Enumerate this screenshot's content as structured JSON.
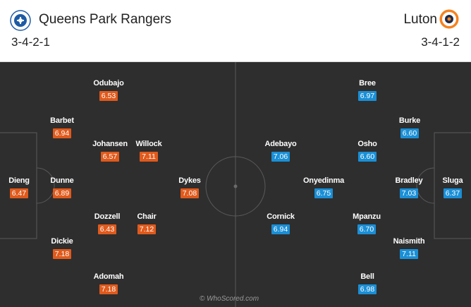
{
  "home": {
    "name": "Queens Park Rangers",
    "formation": "3-4-2-1",
    "crest_icon": "qpr-crest-icon",
    "color": "#e05a1c",
    "players": [
      {
        "name": "Dieng",
        "rating": "6.47"
      },
      {
        "name": "Barbet",
        "rating": "6.94"
      },
      {
        "name": "Dunne",
        "rating": "6.89"
      },
      {
        "name": "Dickie",
        "rating": "7.18"
      },
      {
        "name": "Odubajo",
        "rating": "6.53"
      },
      {
        "name": "Johansen",
        "rating": "6.57"
      },
      {
        "name": "Dozzell",
        "rating": "6.43"
      },
      {
        "name": "Adomah",
        "rating": "7.18"
      },
      {
        "name": "Willock",
        "rating": "7.11"
      },
      {
        "name": "Chair",
        "rating": "7.12"
      },
      {
        "name": "Dykes",
        "rating": "7.08"
      }
    ]
  },
  "away": {
    "name": "Luton",
    "formation": "3-4-1-2",
    "crest_icon": "luton-crest-icon",
    "color": "#1a8fd6",
    "players": [
      {
        "name": "Sluga",
        "rating": "6.37"
      },
      {
        "name": "Burke",
        "rating": "6.60"
      },
      {
        "name": "Bradley",
        "rating": "7.03"
      },
      {
        "name": "Naismith",
        "rating": "7.11"
      },
      {
        "name": "Bree",
        "rating": "6.97"
      },
      {
        "name": "Osho",
        "rating": "6.60"
      },
      {
        "name": "Mpanzu",
        "rating": "6.70"
      },
      {
        "name": "Bell",
        "rating": "6.98"
      },
      {
        "name": "Onyedinma",
        "rating": "6.75"
      },
      {
        "name": "Adebayo",
        "rating": "7.06"
      },
      {
        "name": "Cornick",
        "rating": "6.94"
      }
    ]
  },
  "watermark": "© WhoScored.com",
  "pitch_color": "#2e2e2e"
}
